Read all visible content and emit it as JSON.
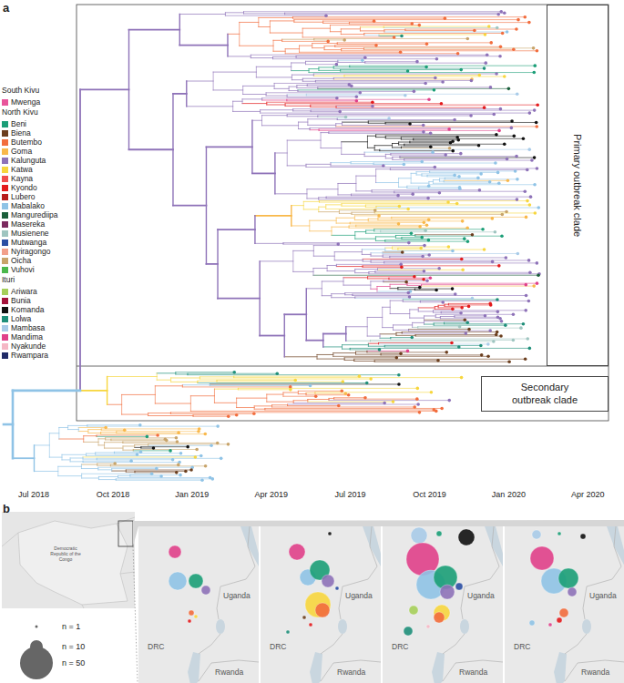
{
  "diagram": {
    "nodes": [
      {
        "text": [
          "Primary outbreak clade"
        ]
      },
      {
        "text": [
          "Secondary outbreak clade"
        ]
      }
    ],
    "labels": [
      "a",
      "South Kivu",
      "North Kivu",
      "Ituri",
      "Jul 2018",
      "Oct 2018",
      "Jan 2019",
      "Apr 2019",
      "Jul 2019",
      "Oct 2019",
      "Jan 2020",
      "Apr 2020",
      "b",
      "Democratic Republic of the Congo",
      "n = 1",
      "n = 10",
      "n = 50",
      "Uganda",
      "DRC",
      "Rwanda",
      "Uganda",
      "DRC",
      "Rwanda",
      "Uganda",
      "DRC",
      "Rwanda",
      "Uganda",
      "DRC",
      "Rwanda"
    ],
    "legend": [
      {
        "text": "Mwenga",
        "color": "#e8559b"
      },
      {
        "text": "Beni",
        "color": "#1b9e77"
      },
      {
        "text": "Biena",
        "color": "#6b3e1e"
      },
      {
        "text": "Butembo",
        "color": "#f26d3d"
      },
      {
        "text": "Goma",
        "color": "#f9b84b"
      },
      {
        "text": "Kalunguta",
        "color": "#8e72b8"
      },
      {
        "text": "Katwa",
        "color": "#f7d63e"
      },
      {
        "text": "Kayna",
        "color": "#f04e4e"
      },
      {
        "text": "Kyondo",
        "color": "#e31a1c"
      },
      {
        "text": "Lubero",
        "color": "#b71c1c"
      },
      {
        "text": "Mabalako",
        "color": "#8fc3e6"
      },
      {
        "text": "Mangurediipa",
        "color": "#1a5e3a"
      },
      {
        "text": "Masereka",
        "color": "#7b2a5e"
      },
      {
        "text": "Musienene",
        "color": "#9fc5c0"
      },
      {
        "text": "Mutwanga",
        "color": "#2b4fa3"
      },
      {
        "text": "Nyiragongo",
        "color": "#f2a08a"
      },
      {
        "text": "Oicha",
        "color": "#c8a46a"
      },
      {
        "text": "Vuhovi",
        "color": "#4cb84c"
      },
      {
        "text": "Ariwara",
        "color": "#a6cf5a"
      },
      {
        "text": "Bunia",
        "color": "#a3123a"
      },
      {
        "text": "Komanda",
        "color": "#111111"
      },
      {
        "text": "Lolwa",
        "color": "#1f8f7a"
      },
      {
        "text": "Mambasa",
        "color": "#a8cbe8"
      },
      {
        "text": "Mandima",
        "color": "#e0408a"
      },
      {
        "text": "Nyakunde",
        "color": "#f5b7c5"
      },
      {
        "text": "Rwampara",
        "color": "#1f2a66"
      }
    ]
  }
}
